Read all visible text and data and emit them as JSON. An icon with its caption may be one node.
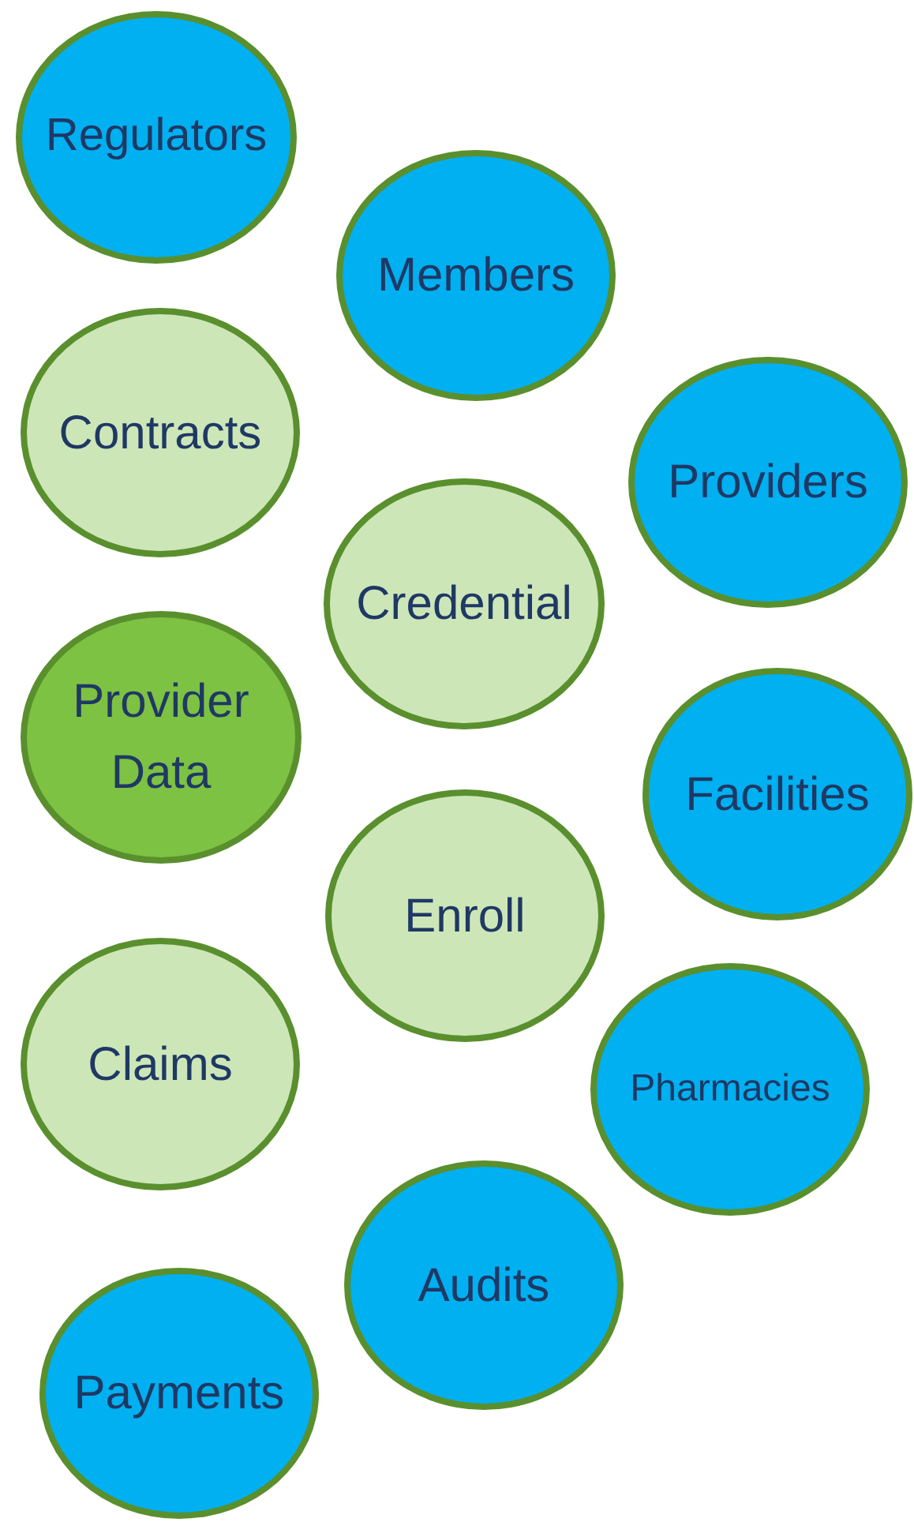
{
  "diagram": {
    "nodes": [
      {
        "text": [
          "Regulators"
        ]
      },
      {
        "text": [
          "Members"
        ]
      },
      {
        "text": [
          "Contracts"
        ]
      },
      {
        "text": [
          "Providers"
        ]
      },
      {
        "text": [
          "Credential"
        ]
      },
      {
        "text": [
          "Provider Data"
        ]
      },
      {
        "text": [
          "Facilities"
        ]
      },
      {
        "text": [
          "Enroll"
        ]
      },
      {
        "text": [
          "Claims"
        ]
      },
      {
        "text": [
          "Pharmacies"
        ]
      },
      {
        "text": [
          "Audits"
        ]
      },
      {
        "text": [
          "Payments"
        ]
      }
    ]
  }
}
